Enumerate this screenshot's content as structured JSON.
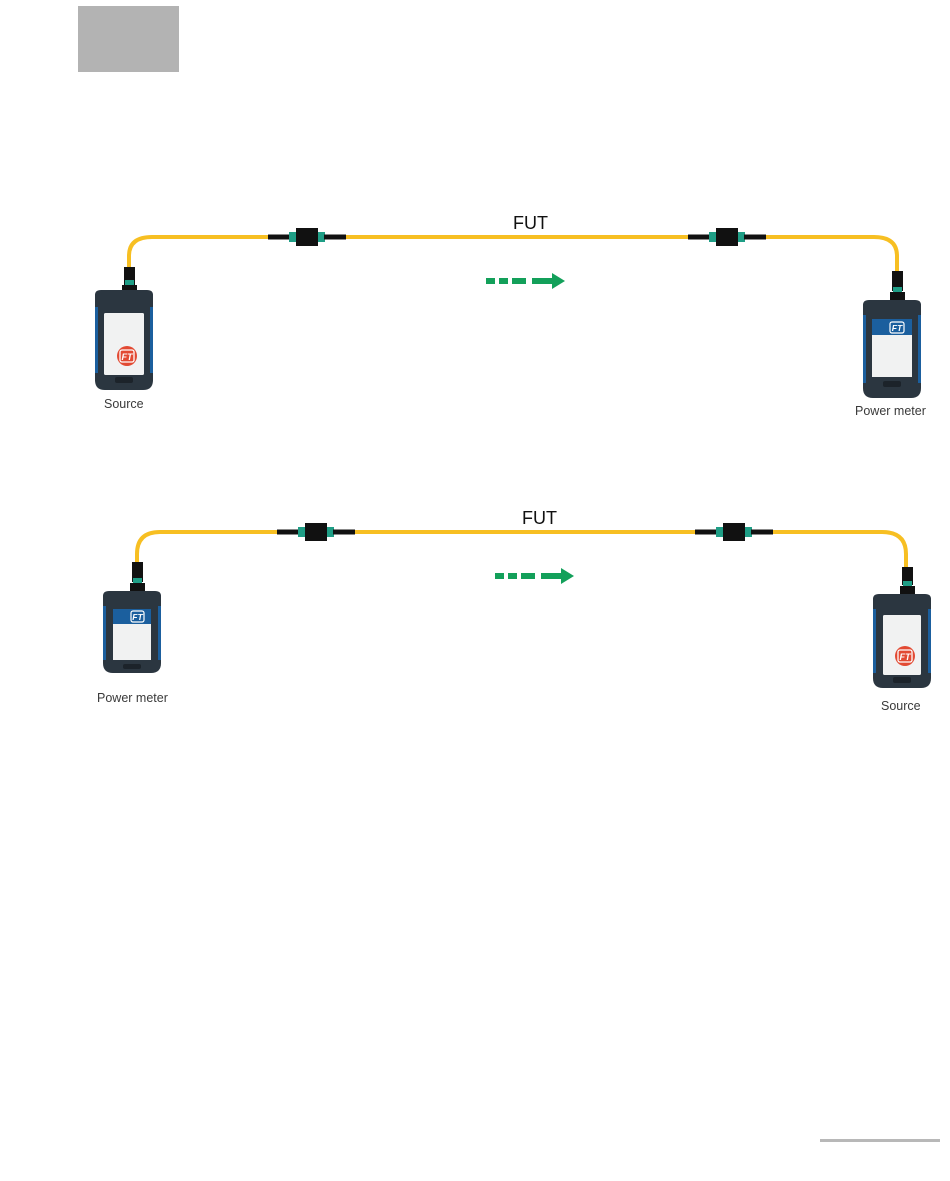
{
  "diagrams": [
    {
      "fut_label": "FUT",
      "left_device": {
        "label": "Source",
        "type": "source"
      },
      "right_device": {
        "label": "Power meter",
        "type": "power-meter"
      }
    },
    {
      "fut_label": "FUT",
      "left_device": {
        "label": "Power meter",
        "type": "power-meter"
      },
      "right_device": {
        "label": "Source",
        "type": "source"
      }
    }
  ],
  "badge_text": "FT",
  "colors": {
    "fiber": "#f7bf22",
    "connector_green": "#1f9e86",
    "arrow_green": "#13a05a",
    "device_body": "#2b3640",
    "device_blue": "#1b5f9e",
    "source_badge": "#e24a33"
  }
}
